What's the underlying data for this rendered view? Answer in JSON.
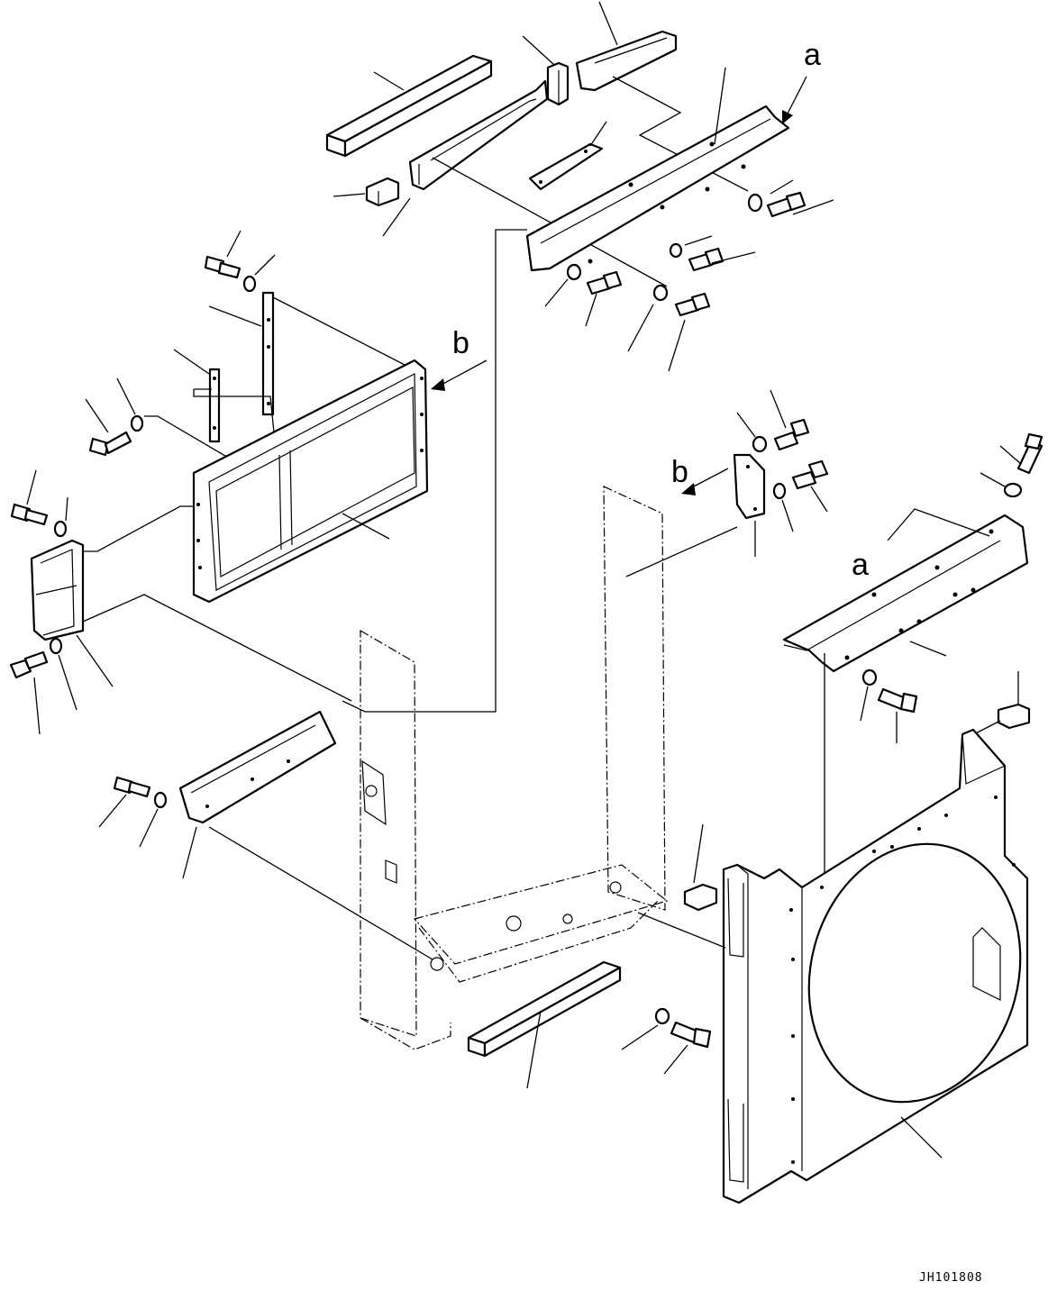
{
  "drawing": {
    "callouts": {
      "a_top": "a",
      "a_right": "a",
      "b_left": "b",
      "b_right": "b"
    },
    "drawing_code": "JH101808"
  }
}
